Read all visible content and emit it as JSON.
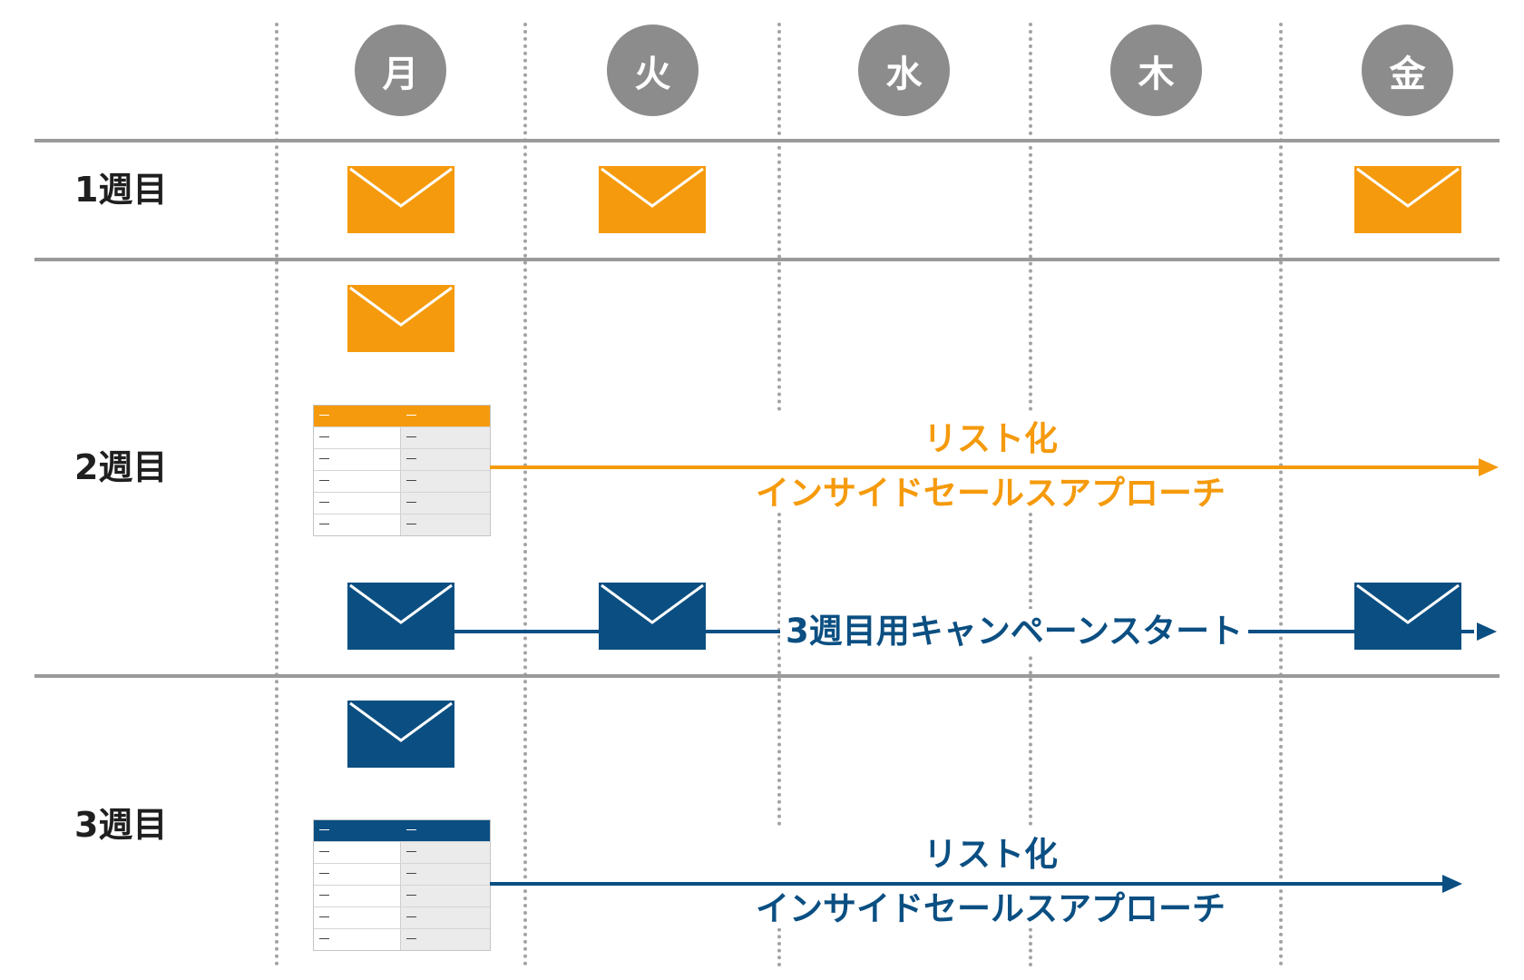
{
  "days": [
    "月",
    "火",
    "水",
    "木",
    "金"
  ],
  "weeks": [
    "1週目",
    "2週目",
    "3週目"
  ],
  "week2_caption": {
    "line1": "リスト化",
    "line2": "インサイドセールスアプローチ"
  },
  "week2_campaign": "3週目用キャンペーンスタート",
  "week3_caption": {
    "line1": "リスト化",
    "line2": "インサイドセールスアプローチ"
  },
  "icons": {
    "email": "envelope-icon",
    "list": "spreadsheet-list-icon",
    "arrow": "arrow-right-icon"
  },
  "colors": {
    "orange": "#f59a0c",
    "navy": "#0b4f82",
    "day_circle": "#8c8c8c",
    "grid": "#9a9a9a"
  }
}
